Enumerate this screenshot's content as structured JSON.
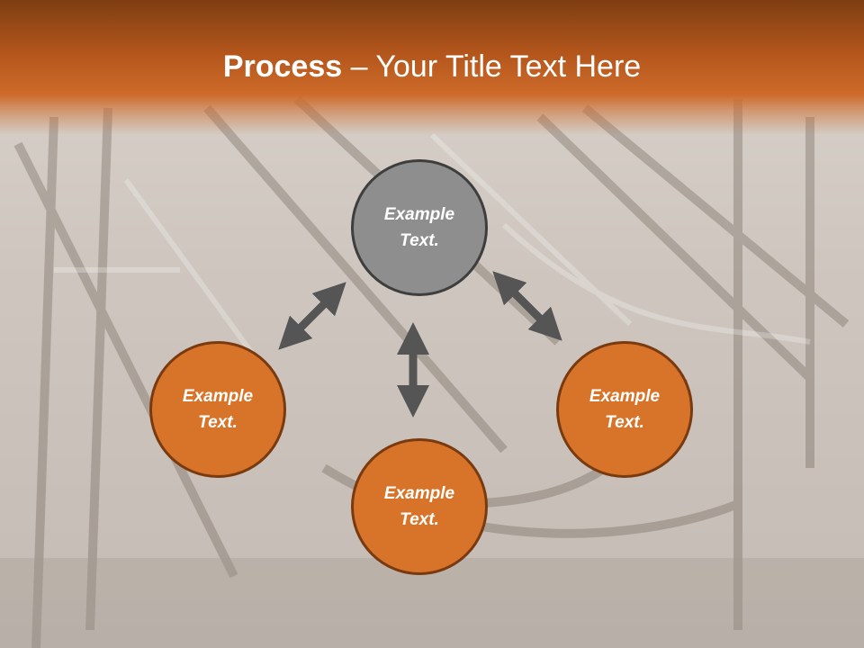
{
  "title": {
    "bold": "Process",
    "rest": " – Your Title Text Here"
  },
  "nodes": {
    "top": {
      "line1": "Example",
      "line2": "Text."
    },
    "left": {
      "line1": "Example",
      "line2": "Text."
    },
    "right": {
      "line1": "Example",
      "line2": "Text."
    },
    "bottom": {
      "line1": "Example",
      "line2": "Text."
    }
  },
  "colors": {
    "header": "#cd6b2a",
    "orange_node": "#d8742a",
    "gray_node": "#8e8e8e",
    "arrow": "#555555"
  }
}
